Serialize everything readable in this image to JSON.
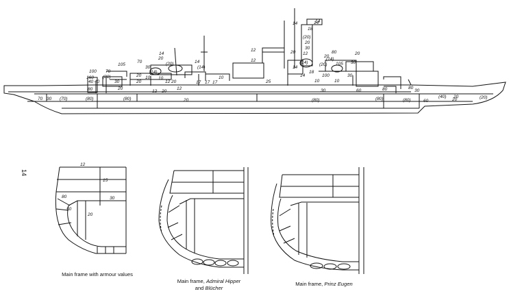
{
  "page_marker": "14",
  "side_profile": {
    "armour_labels": [
      "70",
      "30",
      "(70)",
      "(80)",
      "80",
      "40",
      "40",
      "(80)",
      "20",
      "12",
      "20",
      "20",
      "(80)",
      "12",
      "20",
      "12",
      "25",
      "30",
      "(80)",
      "60",
      "80",
      "30",
      "(80)",
      "60",
      "20",
      "(40)",
      "20",
      "(20)",
      "160",
      "100",
      "70",
      "(80)",
      "105",
      "70",
      "30",
      "20",
      "(14)",
      "(20)",
      "20",
      "14",
      "(14)",
      "14",
      "10",
      "17",
      "17",
      "17",
      "10",
      "12",
      "12",
      "14",
      "18",
      "(20)",
      "20",
      "30",
      "12",
      "14",
      "(14)",
      "20",
      "80",
      "(20)",
      "105",
      "30",
      "20",
      "30",
      "10",
      "100",
      "14",
      "20",
      "14",
      "18",
      "(14)",
      "80",
      "10",
      "30",
      "20",
      "10",
      "14"
    ]
  },
  "sections": [
    {
      "caption_line1": "Main frame with armour values",
      "labels": [
        "12",
        "15",
        "80",
        "30",
        "50",
        "20"
      ]
    },
    {
      "caption_prefix": "Main frame, ",
      "caption_italic": "Admiral Hipper",
      "caption_line2_prefix": "and ",
      "caption_line2_italic": "Blücher"
    },
    {
      "caption_prefix": "Main frame, ",
      "caption_italic": "Prinz Eugen"
    }
  ]
}
